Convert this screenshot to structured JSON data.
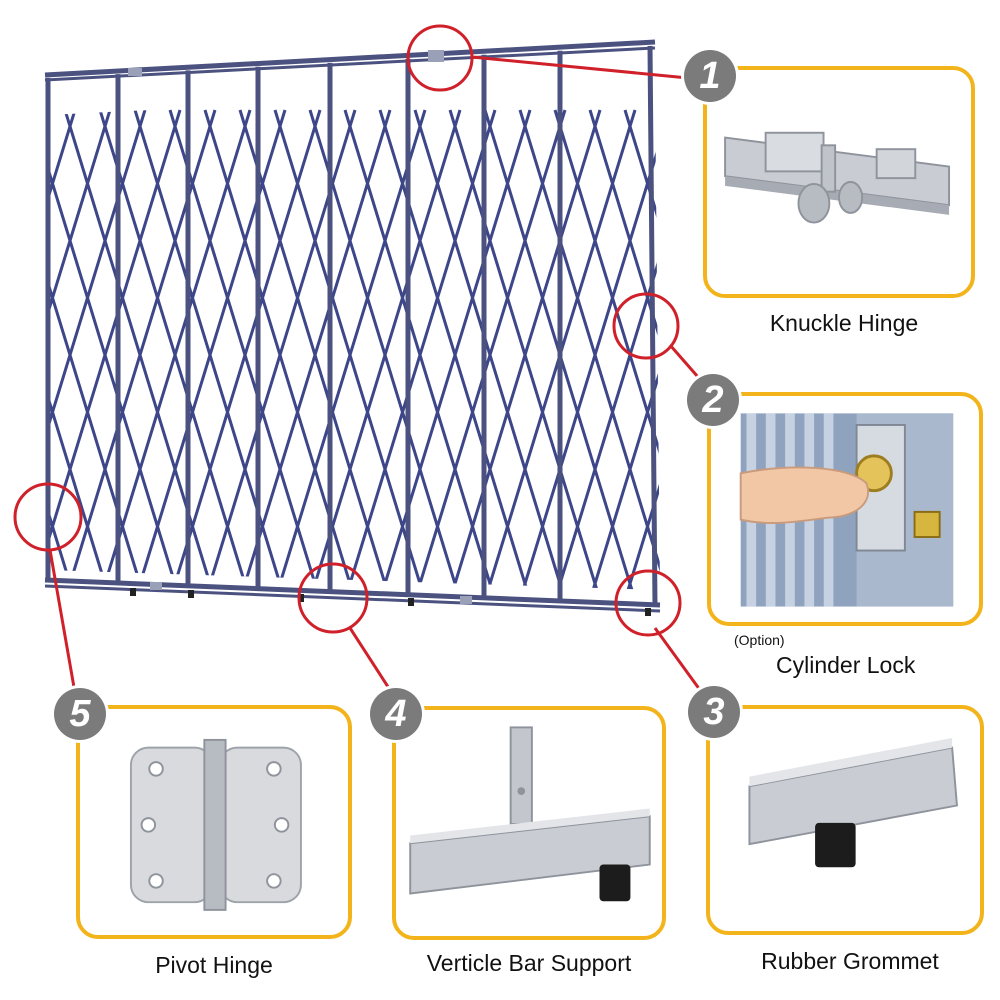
{
  "callouts": [
    {
      "number": "1",
      "label": "Knuckle Hinge"
    },
    {
      "number": "2",
      "label": "Cylinder Lock",
      "note": "(Option)"
    },
    {
      "number": "3",
      "label": "Rubber Grommet"
    },
    {
      "number": "4",
      "label": "Verticle Bar Support"
    },
    {
      "number": "5",
      "label": "Pivot Hinge"
    }
  ],
  "colors": {
    "frame": "#4b5280",
    "lattice": "#3d4688",
    "callout_ring": "#d0202a",
    "panel_border": "#f2b41a",
    "badge": "#7b7b7b"
  }
}
